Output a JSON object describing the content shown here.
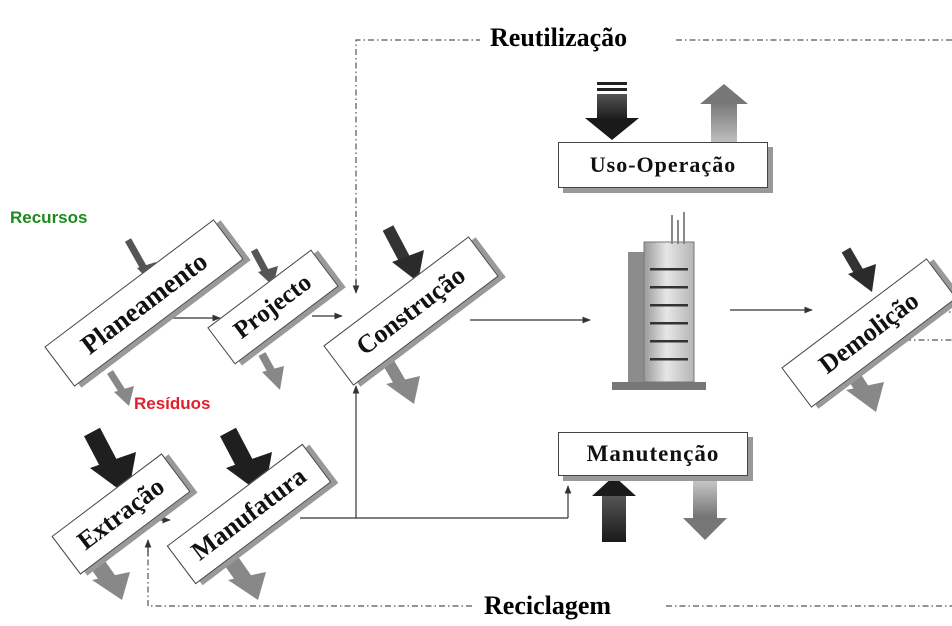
{
  "labels": {
    "reutilizacao": "Reutilização",
    "uso_operacao": "Uso-Operação",
    "recursos": "Recursos",
    "residuos": "Resíduos",
    "planeamento": "Planeamento",
    "projecto": "Projecto",
    "construcao": "Construção",
    "demolicao": "Demolição",
    "extracao": "Extração",
    "manufatura": "Manufatura",
    "manutencao": "Manutenção",
    "reciclagem": "Reciclagem"
  },
  "colors": {
    "recursos": "#1e8a1e",
    "residuos": "#e0202a",
    "arrow_dark": "#2b2b2b",
    "arrow_light": "#8a8a8a"
  }
}
